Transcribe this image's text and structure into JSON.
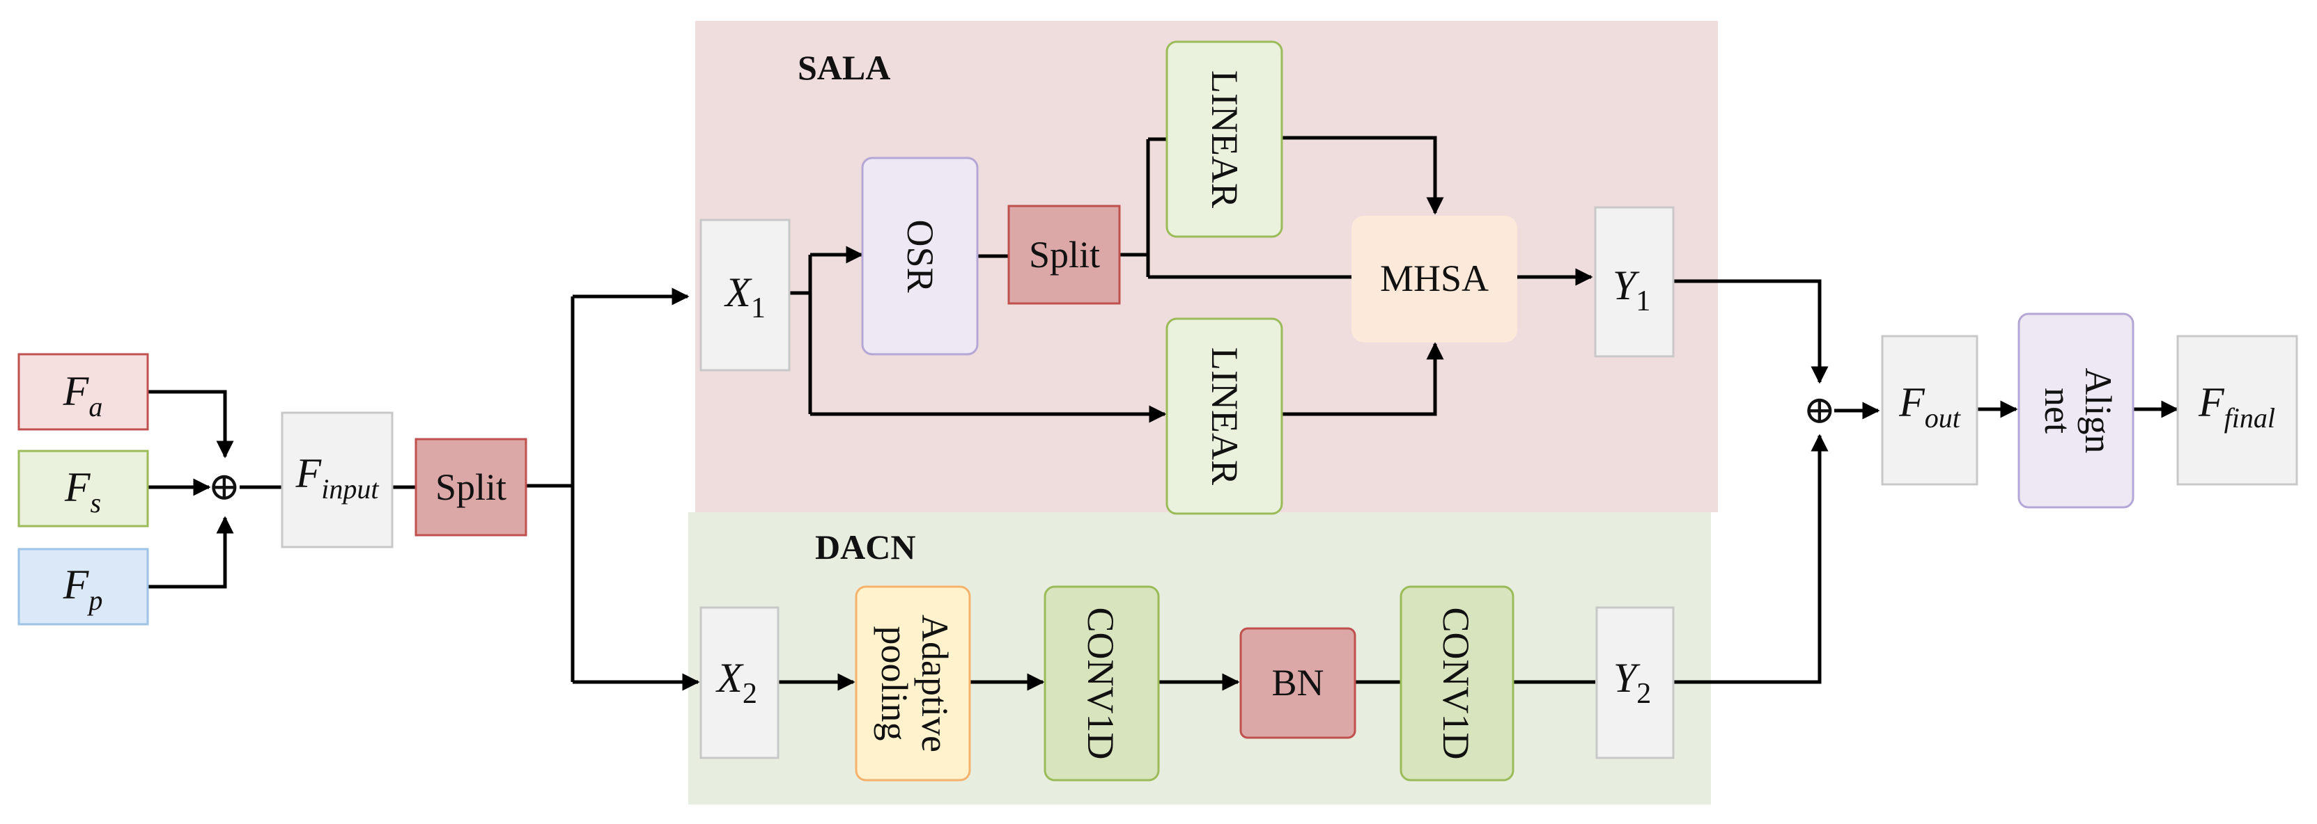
{
  "sections": {
    "sala_title": "SALA",
    "dacn_title": "DACN"
  },
  "inputs": {
    "fa": {
      "base": "F",
      "sub": "a"
    },
    "fs": {
      "base": "F",
      "sub": "s"
    },
    "fp": {
      "base": "F",
      "sub": "p"
    },
    "finput": {
      "base": "F",
      "sub": "input"
    }
  },
  "blocks": {
    "split_main": "Split",
    "x1": {
      "base": "X",
      "sub": "1"
    },
    "osr": "OSR",
    "split_inner": "Split",
    "linear_top": "LINEAR",
    "linear_bottom": "LINEAR",
    "mhsa": "MHSA",
    "y1": {
      "base": "Y",
      "sub": "1"
    },
    "x2": {
      "base": "X",
      "sub": "2"
    },
    "adaptive_line1": "Adaptive",
    "adaptive_line2": "pooling",
    "conv1d_a": "CONV1D",
    "bn": "BN",
    "conv1d_b": "CONV1D",
    "y2": {
      "base": "Y",
      "sub": "2"
    },
    "fout": {
      "base": "F",
      "sub": "out"
    },
    "align_line1": "Align",
    "align_line2": "net",
    "ffinal": {
      "base": "F",
      "sub": "final"
    }
  },
  "symbols": {
    "plus": "⊕"
  },
  "colors": {
    "sala_bg": "#efdcdc",
    "dacn_bg": "#e8eedf",
    "red_fill": "#dba7a7",
    "red_stroke": "#c0504d",
    "red_light_fill": "#f6dfdf",
    "green_fill": "#eaf1dd",
    "green_stroke": "#9bbb59",
    "green_dark_fill": "#d7e4bd",
    "blue_fill": "#dbe8f8",
    "blue_stroke": "#9dc3e6",
    "gray_fill": "#f2f2f2",
    "gray_stroke": "#c8c8c8",
    "purple_fill": "#ede8f3",
    "purple_stroke": "#b4a7d6",
    "peach_fill": "#fde9d9",
    "yellow_fill": "#fff2cc",
    "yellow_stroke": "#f6b26b"
  }
}
